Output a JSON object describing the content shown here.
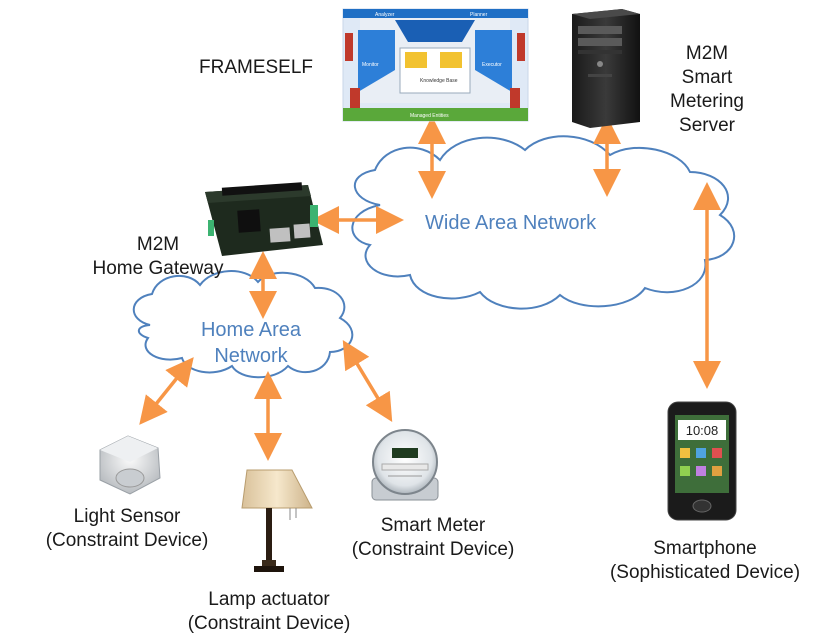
{
  "labels": {
    "frameself": "FRAMESELF",
    "server_line1": "M2M",
    "server_line2": "Smart",
    "server_line3": "Metering",
    "server_line4": "Server",
    "gateway_line1": "M2M",
    "gateway_line2": "Home Gateway",
    "wan": "Wide Area Network",
    "han_line1": "Home Area",
    "han_line2": "Network",
    "light_sensor_line1": "Light Sensor",
    "light_sensor_line2": "(Constraint Device)",
    "lamp_line1": "Lamp  actuator",
    "lamp_line2": "(Constraint Device)",
    "meter_line1": "Smart Meter",
    "meter_line2": "(Constraint Device)",
    "phone_line1": "Smartphone",
    "phone_line2": "(Sophisticated Device)"
  },
  "frameself_diagram": {
    "analyzer": "Analyzer",
    "planner": "Planner",
    "monitor": "Monitor",
    "executor": "Executor",
    "knowledge": "Knowledge Base",
    "managed": "Managed Entities"
  },
  "phone_screen": {
    "clock": "10:08"
  },
  "colors": {
    "arrow": "#f79646",
    "cloud_stroke": "#4f81bd",
    "cloud_text": "#4f81bd"
  }
}
